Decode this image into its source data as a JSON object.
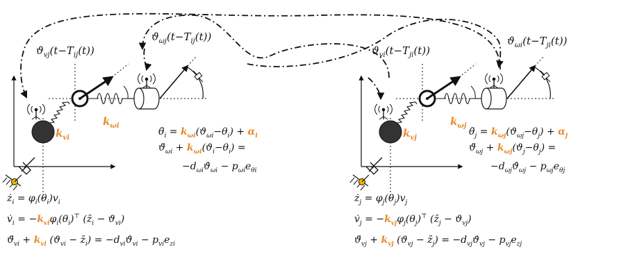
{
  "colors": {
    "ink": "#111111",
    "gain": "#e8892c",
    "mass": "#333333",
    "anchor": "#f2b600"
  },
  "icons": {
    "antenna": "antenna-icon",
    "ground": "ground-hatch-icon",
    "damper": "damper-icon",
    "spring": "spring-icon",
    "pivot": "pivot-joint-icon",
    "cylinder": "cylinder-mass-icon"
  },
  "left_system": {
    "delay_v": "ϑ",
    "delay_v_sub": "vj",
    "delay_v_arg": "(t−T",
    "delay_v_arg_sub": "ij",
    "delay_v_arg_end": "(t))",
    "delay_w": "ϑ",
    "delay_w_sub": "ωj",
    "delay_w_arg": "(t−T",
    "delay_w_arg_sub": "ij",
    "delay_w_arg_end": "(t))",
    "gain_v": "k",
    "gain_v_sub": "vi",
    "gain_w": "k",
    "gain_w_sub": "ωi",
    "eq_theta": {
      "lhs": "θ̈",
      "lhs_sub": "i",
      "eq": " = ",
      "k": "k",
      "k_sub": "ωi",
      "paren": "(ϑ",
      "paren_sub": "ωi",
      "minus": "−θ",
      "minus_sub": "i",
      "close": ") + ",
      "alpha": "α",
      "alpha_sub": "i"
    },
    "eq_w1": {
      "a": "ϑ̈",
      "a_sub": "ωi",
      "plus": " + ",
      "k": "k",
      "k_sub": "ωi",
      "b": "(ϑ",
      "b_sub": "i",
      "c": "−θ",
      "c_sub": "i",
      "d": ") ="
    },
    "eq_w2": {
      "a": "−d",
      "a_sub": "ωi",
      "b": "ϑ̇",
      "b_sub": "ωi",
      "c": " − p",
      "c_sub": "ωi",
      "d": "e",
      "d_sub": "θi"
    },
    "eq_z": {
      "a": "ż",
      "a_sub": "i",
      "b": " = φ",
      "b_sub": "i",
      "c": "(θ",
      "c_sub": "i",
      "d": ")v",
      "d_sub": "i"
    },
    "eq_v": {
      "a": "v̇",
      "a_sub": "i",
      "b": " = −",
      "k": "k",
      "k_sub": "vi",
      "c": "φ",
      "c_sub": "i",
      "d": "(θ",
      "d_sub": "i",
      "e": ")",
      "sup": "⊤",
      "f": " (z̄",
      "f_sub": "i",
      "g": " − ϑ",
      "g_sub": "vi",
      "h": ")"
    },
    "eq_vd": {
      "a": "ϑ̈",
      "a_sub": "vi",
      "b": " + ",
      "k": "k",
      "k_sub": "vi",
      "c": " (ϑ",
      "c_sub": "vi",
      "d": " − z̄",
      "d_sub": "i",
      "e": ") = −d",
      "e_sub": "vi",
      "f": "ϑ̇",
      "f_sub": "vi",
      "g": " − p",
      "g_sub": "vi",
      "h": "e",
      "h_sub": "zi"
    }
  },
  "right_system": {
    "delay_v": "ϑ",
    "delay_v_sub": "vi",
    "delay_v_arg": "(t−T",
    "delay_v_arg_sub": "ji",
    "delay_v_arg_end": "(t))",
    "delay_w": "ϑ",
    "delay_w_sub": "ωi",
    "delay_w_arg": "(t−T",
    "delay_w_arg_sub": "ji",
    "delay_w_arg_end": "(t))",
    "gain_v": "k",
    "gain_v_sub": "vj",
    "gain_w": "k",
    "gain_w_sub": "ωj",
    "eq_theta": {
      "lhs": "θ̈",
      "lhs_sub": "j",
      "eq": " = ",
      "k": "k",
      "k_sub": "ωj",
      "paren": "(ϑ",
      "paren_sub": "ωj",
      "minus": "−θ",
      "minus_sub": "j",
      "close": ") + ",
      "alpha": "α",
      "alpha_sub": "j"
    },
    "eq_w1": {
      "a": "ϑ̈",
      "a_sub": "ωj",
      "plus": " + ",
      "k": "k",
      "k_sub": "ωj",
      "b": "(ϑ",
      "b_sub": "j",
      "c": "−θ",
      "c_sub": "j",
      "d": ") ="
    },
    "eq_w2": {
      "a": "−d",
      "a_sub": "ωj",
      "b": "ϑ̇",
      "b_sub": "ωj",
      "c": " − p",
      "c_sub": "ωj",
      "d": "e",
      "d_sub": "θj"
    },
    "eq_z": {
      "a": "ż",
      "a_sub": "j",
      "b": " = φ",
      "b_sub": "j",
      "c": "(θ",
      "c_sub": "j",
      "d": ")v",
      "d_sub": "j"
    },
    "eq_v": {
      "a": "v̇",
      "a_sub": "j",
      "b": " = −",
      "k": "k",
      "k_sub": "vj",
      "c": "φ",
      "c_sub": "j",
      "d": "(θ",
      "d_sub": "j",
      "e": ")",
      "sup": "⊤",
      "f": " (z̄",
      "f_sub": "j",
      "g": " − ϑ",
      "g_sub": "vj",
      "h": ")"
    },
    "eq_vd": {
      "a": "ϑ̈",
      "a_sub": "vj",
      "b": " + ",
      "k": "k",
      "k_sub": "vj",
      "c": " (ϑ",
      "c_sub": "vj",
      "d": " − z̄",
      "d_sub": "j",
      "e": ") = −d",
      "e_sub": "vj",
      "f": "ϑ̇",
      "f_sub": "vj",
      "g": " − p",
      "g_sub": "vj",
      "h": "e",
      "h_sub": "zj"
    }
  }
}
